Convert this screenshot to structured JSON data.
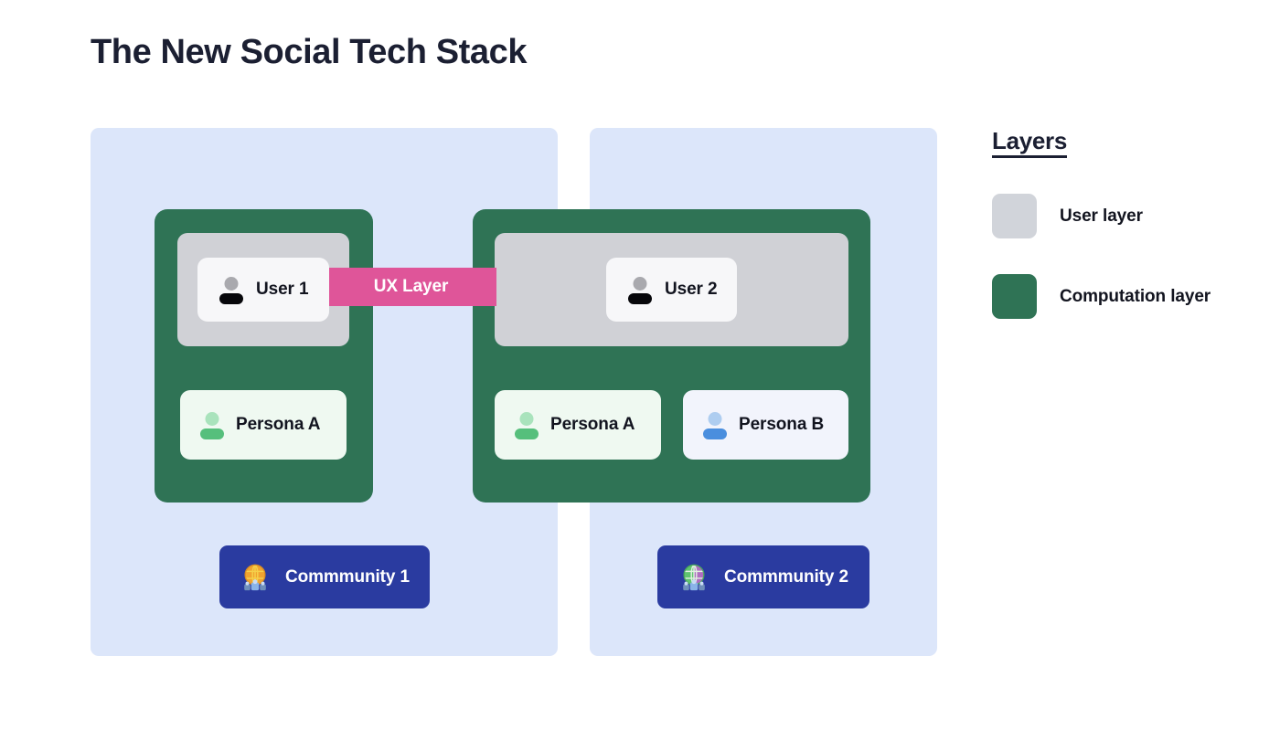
{
  "page": {
    "title": "The New Social Tech Stack",
    "background": "#ffffff"
  },
  "colors": {
    "user_layer": "#d0d1d6",
    "computation_layer": "#2f7355",
    "container": "#dce6fa",
    "ux_layer": "#df5599",
    "community_button": "#2a3ba0",
    "title_text": "#1b1f32"
  },
  "connector": {
    "label": "UX Layer",
    "color": "#df5599"
  },
  "groups": [
    {
      "id": "group-1",
      "user_card": {
        "label": "User 1",
        "avatar": "user-avatar-icon"
      },
      "personas": [
        {
          "label": "Persona A",
          "avatar": "persona-avatar-icon",
          "tone": "green"
        }
      ],
      "community": {
        "label": "Commmunity 1",
        "icon": "globe-icon",
        "globe_tone": "orange"
      }
    },
    {
      "id": "group-2",
      "user_card": {
        "label": "User 2",
        "avatar": "user-avatar-icon"
      },
      "personas": [
        {
          "label": "Persona A",
          "avatar": "persona-avatar-icon",
          "tone": "green"
        },
        {
          "label": "Persona B",
          "avatar": "persona-avatar-icon",
          "tone": "blue"
        }
      ],
      "community": {
        "label": "Commmunity 2",
        "icon": "globe-icon",
        "globe_tone": "green-purple"
      }
    }
  ],
  "legend": {
    "title": "Layers",
    "items": [
      {
        "label": "User layer",
        "color": "#d1d4da"
      },
      {
        "label": "Computation layer",
        "color": "#2f7355"
      }
    ]
  }
}
